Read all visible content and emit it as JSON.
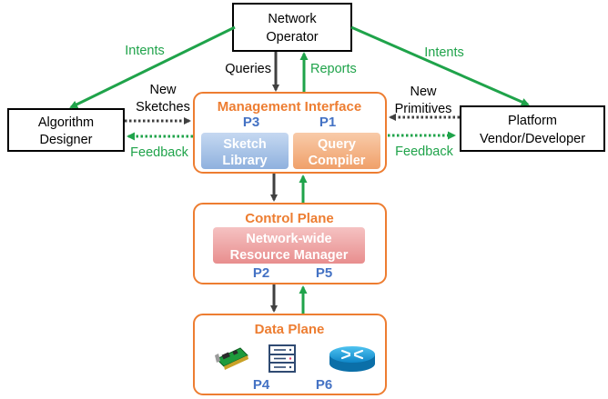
{
  "nodes": {
    "network_operator": {
      "line1": "Network",
      "line2": "Operator"
    },
    "algorithm_designer": {
      "line1": "Algorithm",
      "line2": "Designer"
    },
    "platform_vendor": {
      "line1": "Platform",
      "line2": "Vendor/Developer"
    },
    "management_interface": {
      "title": "Management Interface",
      "p_left": "P3",
      "p_right": "P1",
      "sketch_library": {
        "line1": "Sketch",
        "line2": "Library"
      },
      "query_compiler": {
        "line1": "Query",
        "line2": "Compiler"
      }
    },
    "control_plane": {
      "title": "Control Plane",
      "resource_manager": {
        "line1": "Network-wide",
        "line2": "Resource Manager"
      },
      "p_left": "P2",
      "p_right": "P5"
    },
    "data_plane": {
      "title": "Data Plane",
      "icons": [
        "nic-card-icon",
        "server-rack-icon",
        "router-icon"
      ],
      "p_left": "P4",
      "p_right": "P6"
    }
  },
  "edge_labels": {
    "intents_left": "Intents",
    "intents_right": "Intents",
    "queries": "Queries",
    "reports": "Reports",
    "new_sketches": {
      "line1": "New",
      "line2": "Sketches"
    },
    "new_primitives": {
      "line1": "New",
      "line2": "Primitives"
    },
    "feedback_left": "Feedback",
    "feedback_right": "Feedback"
  },
  "colors": {
    "orange": "#ED7D31",
    "green": "#1FA34A",
    "dark": "#404040",
    "blue": "#4472C4",
    "sketch_fill": "#A9C4E8",
    "compiler_fill": "#F4B183",
    "manager_fill": "#EFA3A3"
  }
}
